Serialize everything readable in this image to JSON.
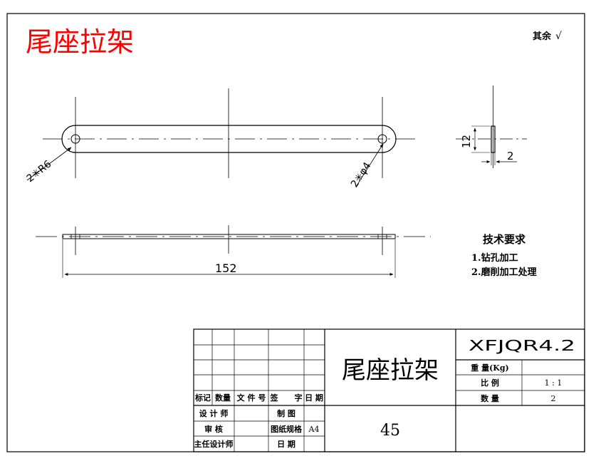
{
  "drawing": {
    "title_big": "尾座拉架",
    "roughness_note": "其余",
    "roughness_symbol": "√",
    "dimensions": {
      "radius": "2✳R6",
      "hole": "2✳φ4",
      "length": "152",
      "height": "12",
      "thickness": "2"
    },
    "tech_requirements": {
      "heading": "技术要求",
      "items": [
        "1.钻孔加工",
        "2.磨削加工处理"
      ]
    }
  },
  "title_block": {
    "revision_headers": [
      "标记",
      "数量",
      "文 件 号",
      "签",
      "字",
      "日 期"
    ],
    "roles": [
      {
        "label": "设 计 师",
        "field": "制 图"
      },
      {
        "label": "审 核",
        "field": "图纸规格",
        "value": "A4"
      },
      {
        "label": "主任设计师",
        "field": "日 期"
      }
    ],
    "part_name": "尾座拉架",
    "material": "45",
    "drawing_number": "XFJQR4.2",
    "properties": [
      {
        "label": "重 量(Kg)",
        "value": ""
      },
      {
        "label": "比 例",
        "value": "1 : 1"
      },
      {
        "label": "数 量",
        "value": "2"
      }
    ]
  },
  "colors": {
    "title": "#ff0000",
    "lines": "#000000"
  }
}
